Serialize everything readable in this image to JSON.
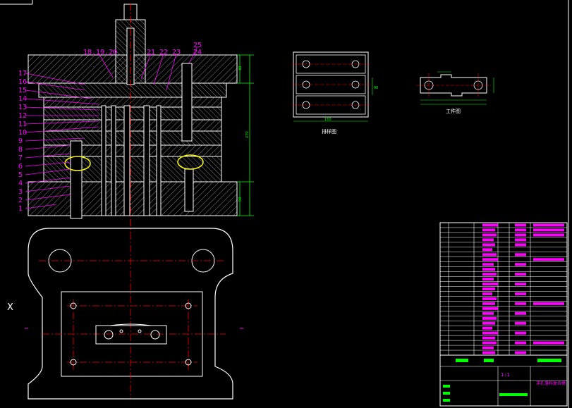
{
  "drawing": {
    "part_labels_left": [
      "17",
      "16",
      "15",
      "14",
      "13",
      "12",
      "11",
      "10",
      "9",
      "8",
      "7",
      "6",
      "5",
      "4",
      "3",
      "2",
      "1"
    ],
    "part_labels_top": [
      "18,19,20",
      "21",
      "22",
      "23",
      "25",
      "24"
    ],
    "dimensions": {
      "overall_height": "270",
      "top_plate": "40",
      "bottom_plate": "50",
      "strip_width": "90",
      "strip_length": "150"
    },
    "captions": {
      "strip_layout": "排样图",
      "workpiece": "工件图"
    },
    "axis_label": "X",
    "title_block": {
      "scale": "1:1",
      "drawing_name": "冲孔落料复合模"
    },
    "colors": {
      "background": "#000000",
      "outline": "#ffffff",
      "label": "#ff00ff",
      "dimension": "#00ff00",
      "centerline": "#ff0000",
      "hidden": "#ffff00"
    }
  }
}
